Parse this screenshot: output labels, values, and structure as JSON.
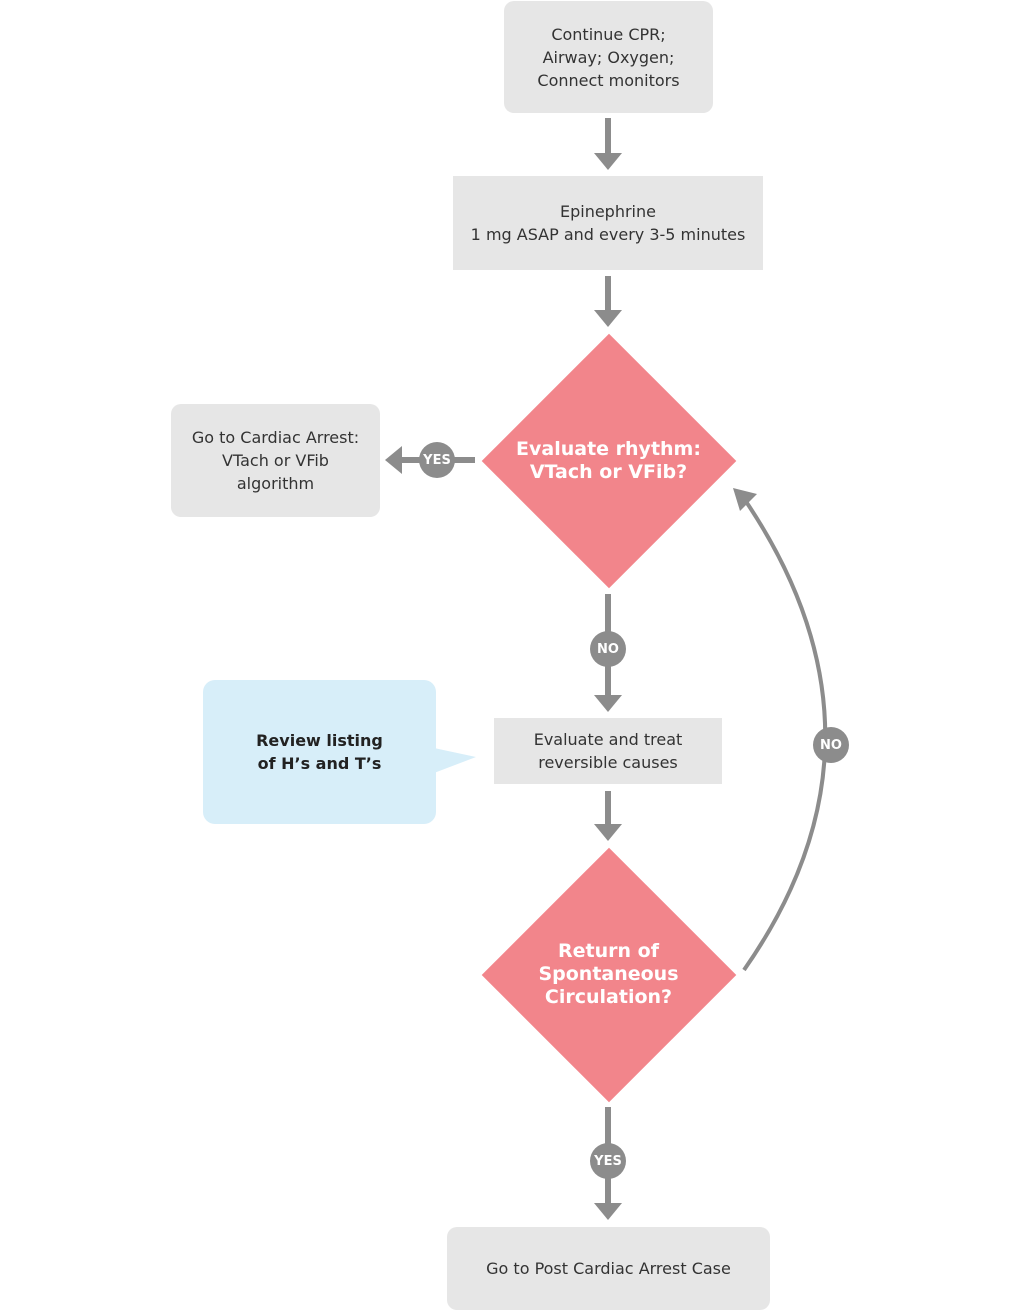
{
  "nodes": {
    "start": "Continue CPR;\nAirway; Oxygen;\nConnect monitors",
    "epinephrine": "Epinephrine\n1 mg ASAP and every 3-5 minutes",
    "evaluate_rhythm": "Evaluate rhythm:\nVTach or VFib?",
    "vtach_vfib_algorithm": "Go to Cardiac Arrest:\nVTach or VFib\nalgorithm",
    "treat_causes": "Evaluate and treat\nreversible causes",
    "review_hs_ts": "Review listing\nof H’s and T’s",
    "rosc": "Return of\nSpontaneous\nCirculation?",
    "post_arrest": "Go to Post Cardiac Arrest Case"
  },
  "edge_labels": {
    "rhythm_yes": "YES",
    "rhythm_no": "NO",
    "rosc_no": "NO",
    "rosc_yes": "YES"
  },
  "colors": {
    "process_box": "#e6e6e6",
    "decision": "#f2858b",
    "callout": "#d7eef9",
    "arrow": "#8c8c8c"
  }
}
